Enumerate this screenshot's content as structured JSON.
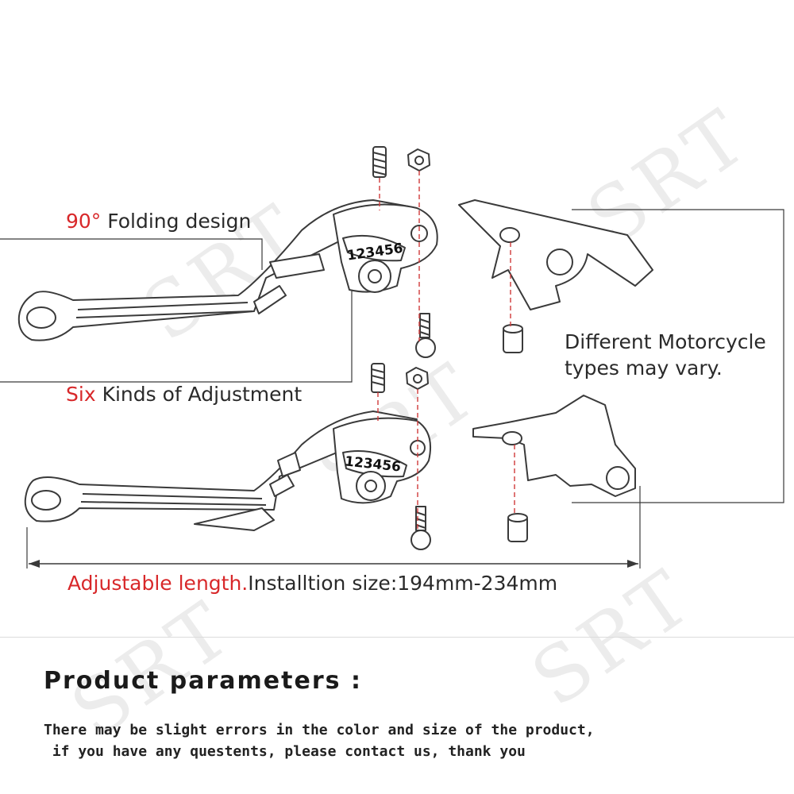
{
  "watermark": "SRT",
  "labels": {
    "folding_highlight": "90°",
    "folding_text": " Folding design",
    "adjust_highlight": "Six",
    "adjust_text": " Kinds of Adjustment",
    "vary_line1": "Different Motorcycle",
    "vary_line2": "types may vary.",
    "length_highlight": "Adjustable length.",
    "length_text": "Installtion size:194mm-234mm"
  },
  "adjust_numbers": "123456",
  "params": {
    "heading": "Product parameters :",
    "disclaimer_line1": "There may be slight errors in the color and size of the product,",
    "disclaimer_line2": " if you have any questents, please contact us, thank you"
  },
  "colors": {
    "accent": "#d8282a",
    "line": "#3a3a3a",
    "guide": "#d03a3a"
  }
}
